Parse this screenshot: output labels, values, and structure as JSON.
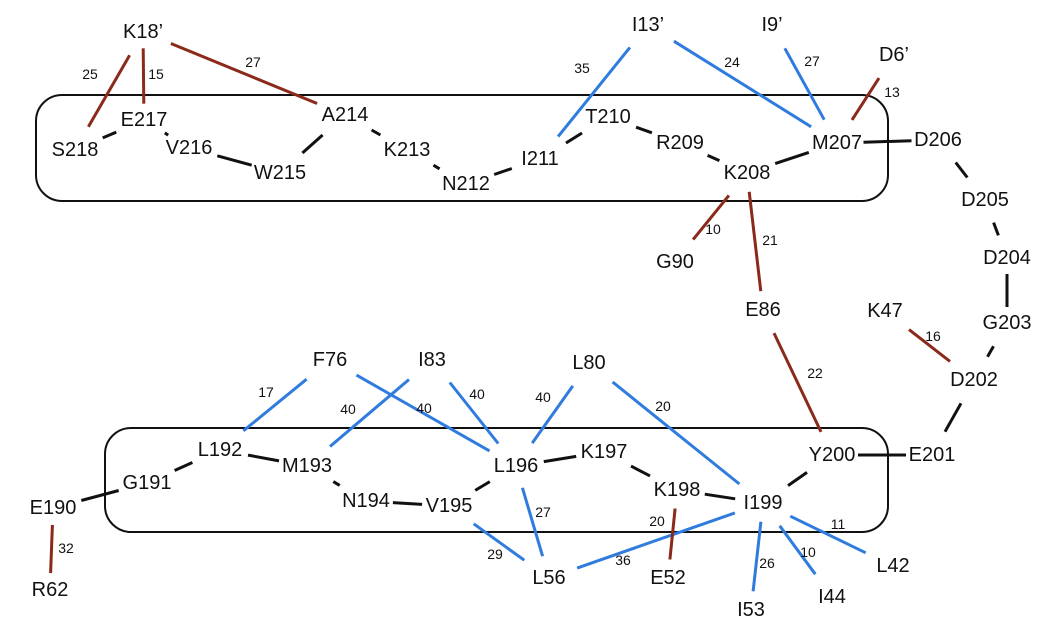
{
  "colors": {
    "backbone": "#111111",
    "hydrophobic": "#2f7bde",
    "electrostatic": "#8b2a1a"
  },
  "nodes": [
    {
      "id": "K18p",
      "label": "K18’"
    },
    {
      "id": "I13p",
      "label": "I13’"
    },
    {
      "id": "I9p",
      "label": "I9’"
    },
    {
      "id": "D6p",
      "label": "D6’"
    },
    {
      "id": "E217",
      "label": "E217"
    },
    {
      "id": "S218",
      "label": "S218"
    },
    {
      "id": "V216",
      "label": "V216"
    },
    {
      "id": "W215",
      "label": "W215"
    },
    {
      "id": "A214",
      "label": "A214"
    },
    {
      "id": "K213",
      "label": "K213"
    },
    {
      "id": "N212",
      "label": "N212"
    },
    {
      "id": "I211",
      "label": "I211"
    },
    {
      "id": "T210",
      "label": "T210"
    },
    {
      "id": "R209",
      "label": "R209"
    },
    {
      "id": "K208",
      "label": "K208"
    },
    {
      "id": "M207",
      "label": "M207"
    },
    {
      "id": "D206",
      "label": "D206"
    },
    {
      "id": "D205",
      "label": "D205"
    },
    {
      "id": "D204",
      "label": "D204"
    },
    {
      "id": "G203",
      "label": "G203"
    },
    {
      "id": "D202",
      "label": "D202"
    },
    {
      "id": "E201",
      "label": "E201"
    },
    {
      "id": "Y200",
      "label": "Y200"
    },
    {
      "id": "I199",
      "label": "I199"
    },
    {
      "id": "K198",
      "label": "K198"
    },
    {
      "id": "K197",
      "label": "K197"
    },
    {
      "id": "L196",
      "label": "L196"
    },
    {
      "id": "V195",
      "label": "V195"
    },
    {
      "id": "N194",
      "label": "N194"
    },
    {
      "id": "M193",
      "label": "M193"
    },
    {
      "id": "L192",
      "label": "L192"
    },
    {
      "id": "G191",
      "label": "G191"
    },
    {
      "id": "E190",
      "label": "E190"
    },
    {
      "id": "R62",
      "label": "R62"
    },
    {
      "id": "G90",
      "label": "G90"
    },
    {
      "id": "E86",
      "label": "E86"
    },
    {
      "id": "K47",
      "label": "K47"
    },
    {
      "id": "F76",
      "label": "F76"
    },
    {
      "id": "I83",
      "label": "I83"
    },
    {
      "id": "L80",
      "label": "L80"
    },
    {
      "id": "L56",
      "label": "L56"
    },
    {
      "id": "E52",
      "label": "E52"
    },
    {
      "id": "I53",
      "label": "I53"
    },
    {
      "id": "I44",
      "label": "I44"
    },
    {
      "id": "L42",
      "label": "L42"
    }
  ],
  "edges": [
    {
      "from": "S218",
      "to": "E217",
      "kind": "backbone",
      "weight": ""
    },
    {
      "from": "E217",
      "to": "V216",
      "kind": "backbone",
      "weight": ""
    },
    {
      "from": "V216",
      "to": "W215",
      "kind": "backbone",
      "weight": ""
    },
    {
      "from": "W215",
      "to": "A214",
      "kind": "backbone",
      "weight": ""
    },
    {
      "from": "A214",
      "to": "K213",
      "kind": "backbone",
      "weight": ""
    },
    {
      "from": "K213",
      "to": "N212",
      "kind": "backbone",
      "weight": ""
    },
    {
      "from": "N212",
      "to": "I211",
      "kind": "backbone",
      "weight": ""
    },
    {
      "from": "I211",
      "to": "T210",
      "kind": "backbone",
      "weight": ""
    },
    {
      "from": "T210",
      "to": "R209",
      "kind": "backbone",
      "weight": ""
    },
    {
      "from": "R209",
      "to": "K208",
      "kind": "backbone",
      "weight": ""
    },
    {
      "from": "K208",
      "to": "M207",
      "kind": "backbone",
      "weight": ""
    },
    {
      "from": "M207",
      "to": "D206",
      "kind": "backbone",
      "weight": ""
    },
    {
      "from": "D206",
      "to": "D205",
      "kind": "backbone",
      "weight": ""
    },
    {
      "from": "D205",
      "to": "D204",
      "kind": "backbone",
      "weight": ""
    },
    {
      "from": "D204",
      "to": "G203",
      "kind": "backbone",
      "weight": ""
    },
    {
      "from": "G203",
      "to": "D202",
      "kind": "backbone",
      "weight": ""
    },
    {
      "from": "D202",
      "to": "E201",
      "kind": "backbone",
      "weight": ""
    },
    {
      "from": "E201",
      "to": "Y200",
      "kind": "backbone",
      "weight": ""
    },
    {
      "from": "Y200",
      "to": "I199",
      "kind": "backbone",
      "weight": ""
    },
    {
      "from": "I199",
      "to": "K198",
      "kind": "backbone",
      "weight": ""
    },
    {
      "from": "K198",
      "to": "K197",
      "kind": "backbone",
      "weight": ""
    },
    {
      "from": "K197",
      "to": "L196",
      "kind": "backbone",
      "weight": ""
    },
    {
      "from": "L196",
      "to": "V195",
      "kind": "backbone",
      "weight": ""
    },
    {
      "from": "V195",
      "to": "N194",
      "kind": "backbone",
      "weight": ""
    },
    {
      "from": "N194",
      "to": "M193",
      "kind": "backbone",
      "weight": ""
    },
    {
      "from": "M193",
      "to": "L192",
      "kind": "backbone",
      "weight": ""
    },
    {
      "from": "L192",
      "to": "G191",
      "kind": "backbone",
      "weight": ""
    },
    {
      "from": "G191",
      "to": "E190",
      "kind": "backbone",
      "weight": ""
    },
    {
      "from": "K18p",
      "to": "S218",
      "kind": "electrostatic",
      "weight": "25"
    },
    {
      "from": "K18p",
      "to": "E217",
      "kind": "electrostatic",
      "weight": "15"
    },
    {
      "from": "K18p",
      "to": "A214",
      "kind": "electrostatic",
      "weight": "27"
    },
    {
      "from": "I13p",
      "to": "I211",
      "kind": "hydrophobic",
      "weight": "35"
    },
    {
      "from": "I13p",
      "to": "M207",
      "kind": "hydrophobic",
      "weight": "24"
    },
    {
      "from": "I9p",
      "to": "M207",
      "kind": "hydrophobic",
      "weight": "27"
    },
    {
      "from": "D6p",
      "to": "M207",
      "kind": "electrostatic",
      "weight": "13"
    },
    {
      "from": "K208",
      "to": "G90",
      "kind": "electrostatic",
      "weight": "10"
    },
    {
      "from": "K208",
      "to": "E86",
      "kind": "electrostatic",
      "weight": "21"
    },
    {
      "from": "E86",
      "to": "Y200",
      "kind": "electrostatic",
      "weight": "22"
    },
    {
      "from": "K47",
      "to": "D202",
      "kind": "electrostatic",
      "weight": "16"
    },
    {
      "from": "E190",
      "to": "R62",
      "kind": "electrostatic",
      "weight": "32"
    },
    {
      "from": "F76",
      "to": "L192",
      "kind": "hydrophobic",
      "weight": "17"
    },
    {
      "from": "F76",
      "to": "L196",
      "kind": "hydrophobic",
      "weight": "40"
    },
    {
      "from": "I83",
      "to": "M193",
      "kind": "hydrophobic",
      "weight": "40"
    },
    {
      "from": "I83",
      "to": "L196",
      "kind": "hydrophobic",
      "weight": "40"
    },
    {
      "from": "L80",
      "to": "L196",
      "kind": "hydrophobic",
      "weight": "40"
    },
    {
      "from": "L80",
      "to": "I199",
      "kind": "hydrophobic",
      "weight": "20"
    },
    {
      "from": "L196",
      "to": "L56",
      "kind": "hydrophobic",
      "weight": "27"
    },
    {
      "from": "V195",
      "to": "L56",
      "kind": "hydrophobic",
      "weight": "29"
    },
    {
      "from": "I199",
      "to": "L56",
      "kind": "hydrophobic",
      "weight": "36"
    },
    {
      "from": "K198",
      "to": "E52",
      "kind": "electrostatic",
      "weight": "20"
    },
    {
      "from": "I199",
      "to": "I53",
      "kind": "hydrophobic",
      "weight": "26"
    },
    {
      "from": "I199",
      "to": "I44",
      "kind": "hydrophobic",
      "weight": "10"
    },
    {
      "from": "I199",
      "to": "L42",
      "kind": "hydrophobic",
      "weight": "11"
    }
  ]
}
